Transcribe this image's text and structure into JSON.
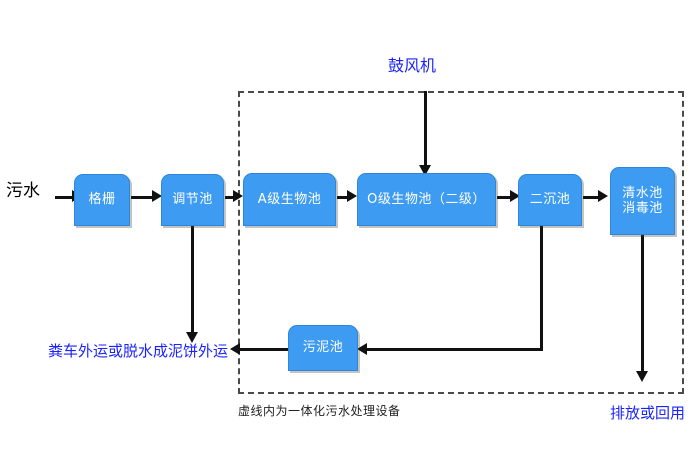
{
  "diagram": {
    "title_label": "鼓风机",
    "inlet_label": "污水",
    "caption": "虚线内为一体化污水处理设备",
    "sludge_outlet_label": "粪车外运或脱水成泥饼外运",
    "effluent_label": "排放或回用",
    "colors": {
      "box_fill": "#3d9bf2",
      "box_border": "#2f86d8",
      "box_text": "#ffffff",
      "blue_text": "#1a23ff",
      "black_text": "#000000",
      "line": "#111111",
      "dashed_border": "#4a4a4a",
      "background": "#ffffff"
    },
    "boxes": [
      {
        "id": "grid",
        "label": "格栅"
      },
      {
        "id": "regulating",
        "label": "调节池"
      },
      {
        "id": "a-stage",
        "label": "A级生物池"
      },
      {
        "id": "o-stage",
        "label": "O级生物池（二级）"
      },
      {
        "id": "settling",
        "label": "二沉池"
      },
      {
        "id": "clearwater",
        "line1": "清水池",
        "line2": "消毒池"
      },
      {
        "id": "sludge",
        "label": "污泥池"
      }
    ]
  }
}
